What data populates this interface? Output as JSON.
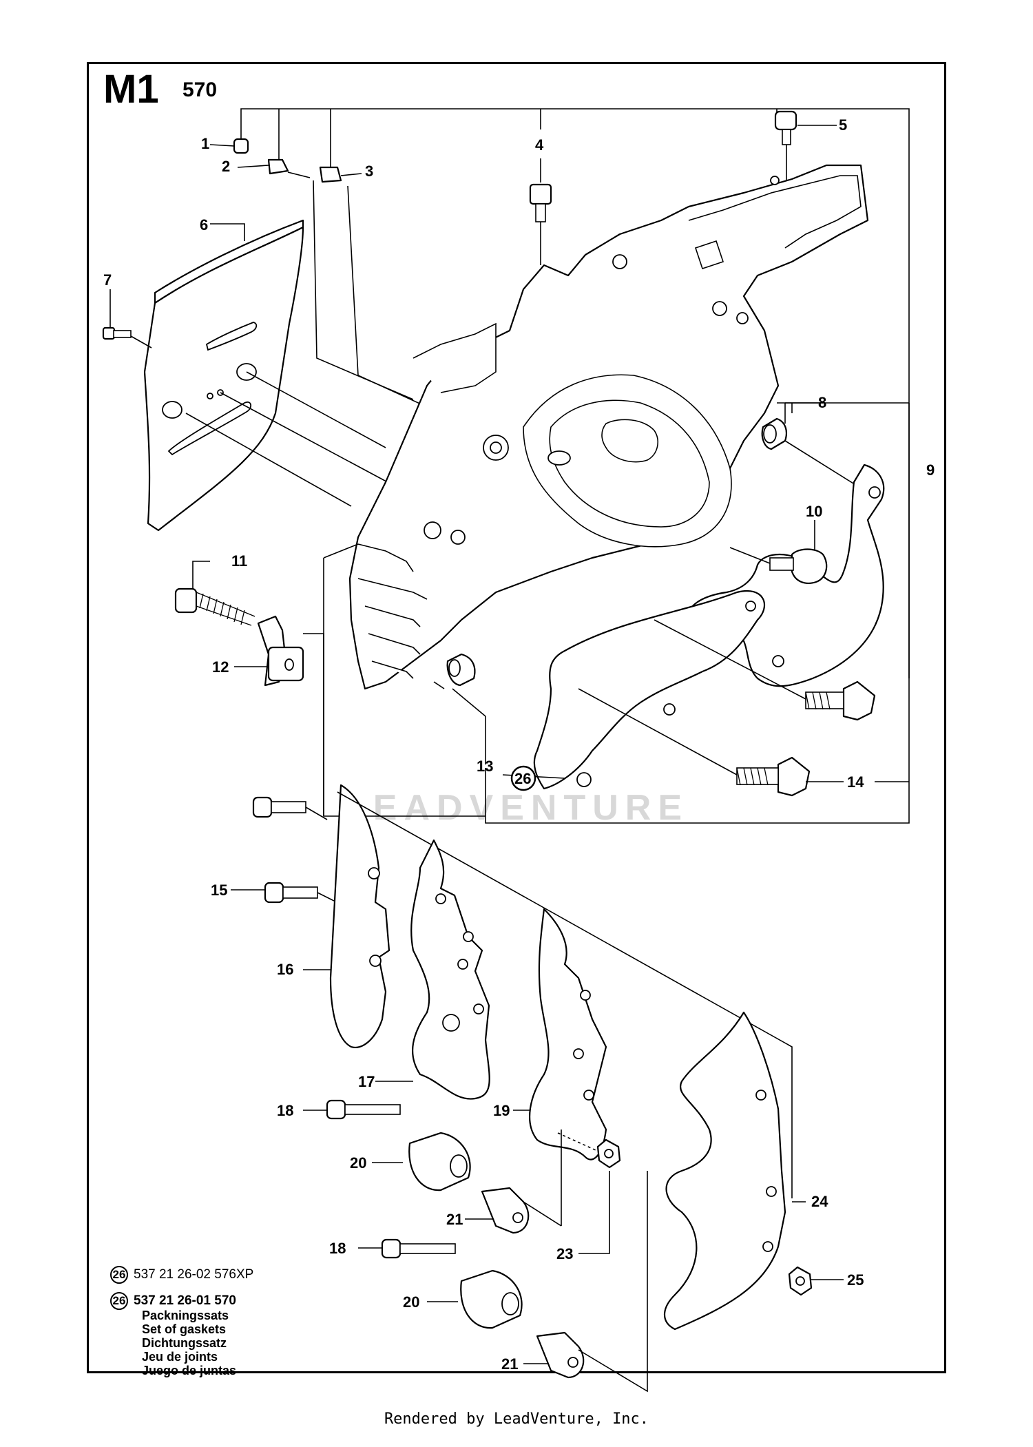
{
  "header": {
    "section": "M1",
    "model": "570"
  },
  "callouts": [
    "1",
    "2",
    "3",
    "4",
    "5",
    "6",
    "7",
    "8",
    "9",
    "10",
    "11",
    "12",
    "13",
    "14",
    "15",
    "16",
    "17",
    "18",
    "19",
    "20",
    "21",
    "23",
    "24",
    "25",
    "26"
  ],
  "legend": {
    "kits": [
      {
        "ref": "26",
        "text": "537 21 26-02 576XP"
      },
      {
        "ref": "26",
        "text": "537 21 26-01 570"
      }
    ],
    "descriptions": [
      "Packningssats",
      "Set of gaskets",
      "Dichtungssatz",
      "Jeu de joints",
      "Juego de juntas"
    ]
  },
  "watermark": "LEADVENTURE",
  "footer": "Rendered by LeadVenture, Inc."
}
